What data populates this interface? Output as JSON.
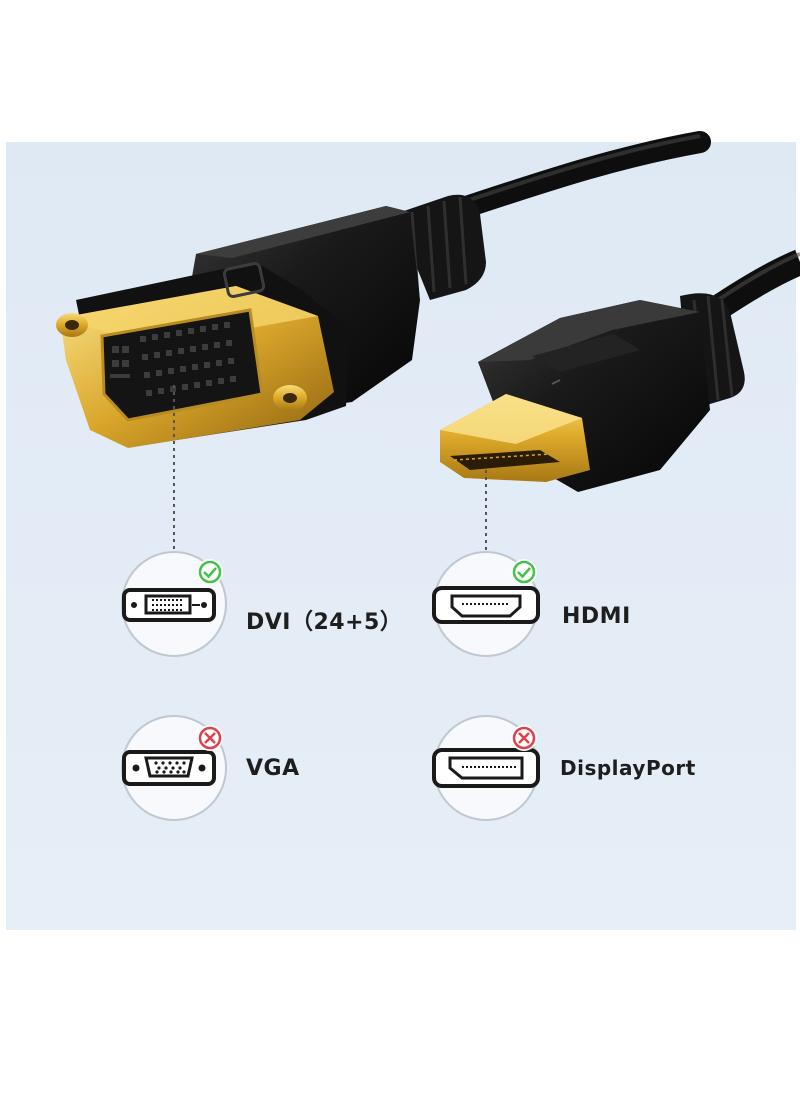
{
  "ports": [
    {
      "name": "DVI（24+5）",
      "supported": true,
      "icon": "dvi-port-icon"
    },
    {
      "name": "HDMI",
      "supported": true,
      "icon": "hdmi-port-icon"
    },
    {
      "name": "VGA",
      "supported": false,
      "icon": "vga-port-icon"
    },
    {
      "name": "DisplayPort",
      "supported": false,
      "icon": "displayport-port-icon"
    }
  ],
  "colors": {
    "background": "#e2ebf5",
    "cable": "#151515",
    "gold": "#d9a62a",
    "check": "#43c24a",
    "cross": "#e0404a"
  }
}
